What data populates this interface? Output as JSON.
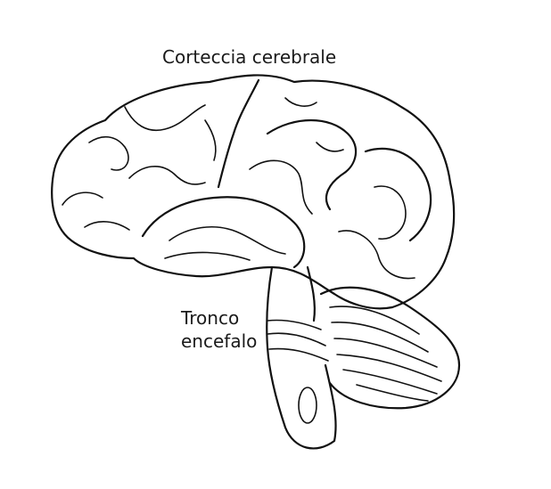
{
  "labels": {
    "cortex": "Corteccia cerebrale",
    "brainstem_line1": "Tronco",
    "brainstem_line2": "encefalo"
  },
  "colors": {
    "background": "#ffffff",
    "ink": "#111111"
  }
}
